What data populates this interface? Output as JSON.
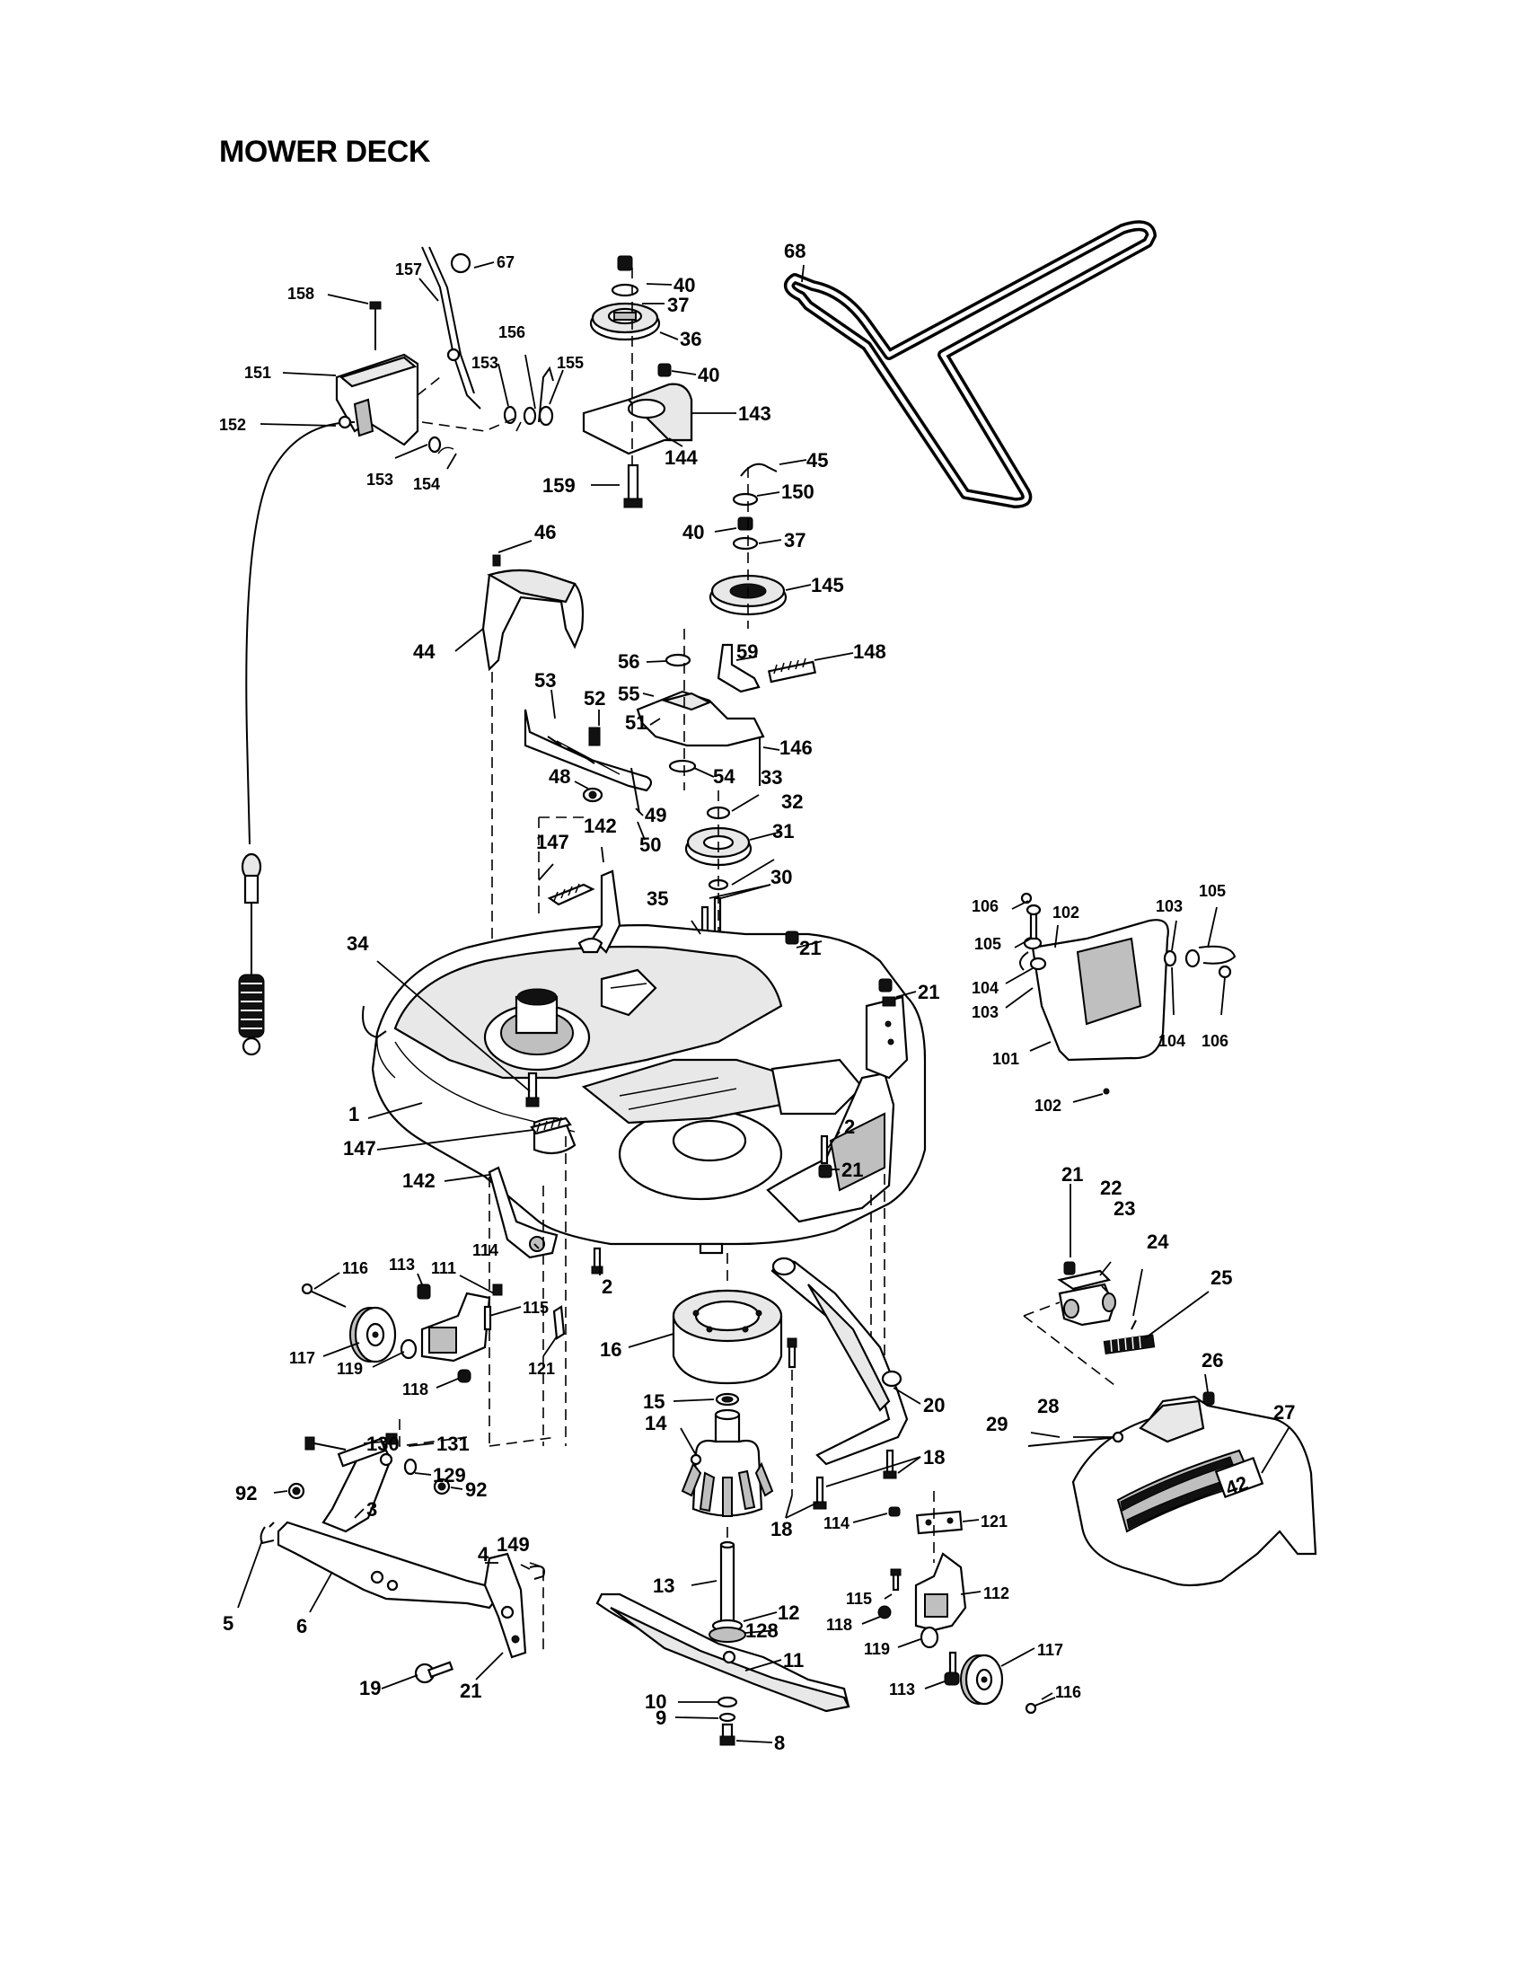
{
  "title": "MOWER DECK",
  "callouts": [
    {
      "id": "c67",
      "text": "67"
    },
    {
      "id": "c157",
      "text": "157"
    },
    {
      "id": "c158",
      "text": "158"
    },
    {
      "id": "c156",
      "text": "156"
    },
    {
      "id": "c151",
      "text": "151"
    },
    {
      "id": "c153a",
      "text": "153"
    },
    {
      "id": "c155",
      "text": "155"
    },
    {
      "id": "c152",
      "text": "152"
    },
    {
      "id": "c153b",
      "text": "153"
    },
    {
      "id": "c154",
      "text": "154"
    },
    {
      "id": "c40a",
      "text": "40"
    },
    {
      "id": "c37a",
      "text": "37"
    },
    {
      "id": "c36",
      "text": "36"
    },
    {
      "id": "c40b",
      "text": "40"
    },
    {
      "id": "c143",
      "text": "143"
    },
    {
      "id": "c144",
      "text": "144"
    },
    {
      "id": "c159",
      "text": "159"
    },
    {
      "id": "c68",
      "text": "68"
    },
    {
      "id": "c45",
      "text": "45"
    },
    {
      "id": "c150",
      "text": "150"
    },
    {
      "id": "c40c",
      "text": "40"
    },
    {
      "id": "c37b",
      "text": "37"
    },
    {
      "id": "c145",
      "text": "145"
    },
    {
      "id": "c46",
      "text": "46"
    },
    {
      "id": "c44",
      "text": "44"
    },
    {
      "id": "c56",
      "text": "56"
    },
    {
      "id": "c59",
      "text": "59"
    },
    {
      "id": "c148",
      "text": "148"
    },
    {
      "id": "c53",
      "text": "53"
    },
    {
      "id": "c52",
      "text": "52"
    },
    {
      "id": "c55",
      "text": "55"
    },
    {
      "id": "c51",
      "text": "51"
    },
    {
      "id": "c146",
      "text": "146"
    },
    {
      "id": "c48",
      "text": "48"
    },
    {
      "id": "c54",
      "text": "54"
    },
    {
      "id": "c33",
      "text": "33"
    },
    {
      "id": "c49",
      "text": "49"
    },
    {
      "id": "c32",
      "text": "32"
    },
    {
      "id": "c50",
      "text": "50"
    },
    {
      "id": "c31",
      "text": "31"
    },
    {
      "id": "c147a",
      "text": "147"
    },
    {
      "id": "c142a",
      "text": "142"
    },
    {
      "id": "c35",
      "text": "35"
    },
    {
      "id": "c30",
      "text": "30"
    },
    {
      "id": "c106a",
      "text": "106"
    },
    {
      "id": "c105a",
      "text": "105"
    },
    {
      "id": "c103a",
      "text": "103"
    },
    {
      "id": "c105b",
      "text": "105"
    },
    {
      "id": "c102a",
      "text": "102"
    },
    {
      "id": "c34",
      "text": "34"
    },
    {
      "id": "c21a",
      "text": "21"
    },
    {
      "id": "c21b",
      "text": "21"
    },
    {
      "id": "c104a",
      "text": "104"
    },
    {
      "id": "c103b",
      "text": "103"
    },
    {
      "id": "c104b",
      "text": "104"
    },
    {
      "id": "c106b",
      "text": "106"
    },
    {
      "id": "c101",
      "text": "101"
    },
    {
      "id": "c102b",
      "text": "102"
    },
    {
      "id": "c1",
      "text": "1"
    },
    {
      "id": "c147b",
      "text": "147"
    },
    {
      "id": "c2a",
      "text": "2"
    },
    {
      "id": "c21c",
      "text": "21"
    },
    {
      "id": "c142b",
      "text": "142"
    },
    {
      "id": "c21d",
      "text": "21"
    },
    {
      "id": "c22",
      "text": "22"
    },
    {
      "id": "c23",
      "text": "23"
    },
    {
      "id": "c24",
      "text": "24"
    },
    {
      "id": "c114a",
      "text": "114"
    },
    {
      "id": "c116a",
      "text": "116"
    },
    {
      "id": "c113a",
      "text": "113"
    },
    {
      "id": "c111",
      "text": "111"
    },
    {
      "id": "c115a",
      "text": "115"
    },
    {
      "id": "c2b",
      "text": "2"
    },
    {
      "id": "c25",
      "text": "25"
    },
    {
      "id": "c117a",
      "text": "117"
    },
    {
      "id": "c119a",
      "text": "119"
    },
    {
      "id": "c121a",
      "text": "121"
    },
    {
      "id": "c16",
      "text": "16"
    },
    {
      "id": "c26",
      "text": "26"
    },
    {
      "id": "c118a",
      "text": "118"
    },
    {
      "id": "c15",
      "text": "15"
    },
    {
      "id": "c20",
      "text": "20"
    },
    {
      "id": "c28",
      "text": "28"
    },
    {
      "id": "c27",
      "text": "27"
    },
    {
      "id": "c130",
      "text": "130"
    },
    {
      "id": "c131",
      "text": "131"
    },
    {
      "id": "c14",
      "text": "14"
    },
    {
      "id": "c29",
      "text": "29"
    },
    {
      "id": "c18a",
      "text": "18"
    },
    {
      "id": "c129",
      "text": "129"
    },
    {
      "id": "c92a",
      "text": "92"
    },
    {
      "id": "c92b",
      "text": "92"
    },
    {
      "id": "c3",
      "text": "3"
    },
    {
      "id": "c18b",
      "text": "18"
    },
    {
      "id": "c114b",
      "text": "114"
    },
    {
      "id": "c121b",
      "text": "121"
    },
    {
      "id": "c4",
      "text": "4"
    },
    {
      "id": "c149",
      "text": "149"
    },
    {
      "id": "c13",
      "text": "13"
    },
    {
      "id": "c112",
      "text": "112"
    },
    {
      "id": "c115b",
      "text": "115"
    },
    {
      "id": "c12",
      "text": "12"
    },
    {
      "id": "c5",
      "text": "5"
    },
    {
      "id": "c6",
      "text": "6"
    },
    {
      "id": "c128",
      "text": "128"
    },
    {
      "id": "c118b",
      "text": "118"
    },
    {
      "id": "c11",
      "text": "11"
    },
    {
      "id": "c119b",
      "text": "119"
    },
    {
      "id": "c117b",
      "text": "117"
    },
    {
      "id": "c19",
      "text": "19"
    },
    {
      "id": "c21e",
      "text": "21"
    },
    {
      "id": "c10",
      "text": "10"
    },
    {
      "id": "c113b",
      "text": "113"
    },
    {
      "id": "c116b",
      "text": "116"
    },
    {
      "id": "c9",
      "text": "9"
    },
    {
      "id": "c8",
      "text": "8"
    }
  ],
  "deck_shield_marking": "42"
}
